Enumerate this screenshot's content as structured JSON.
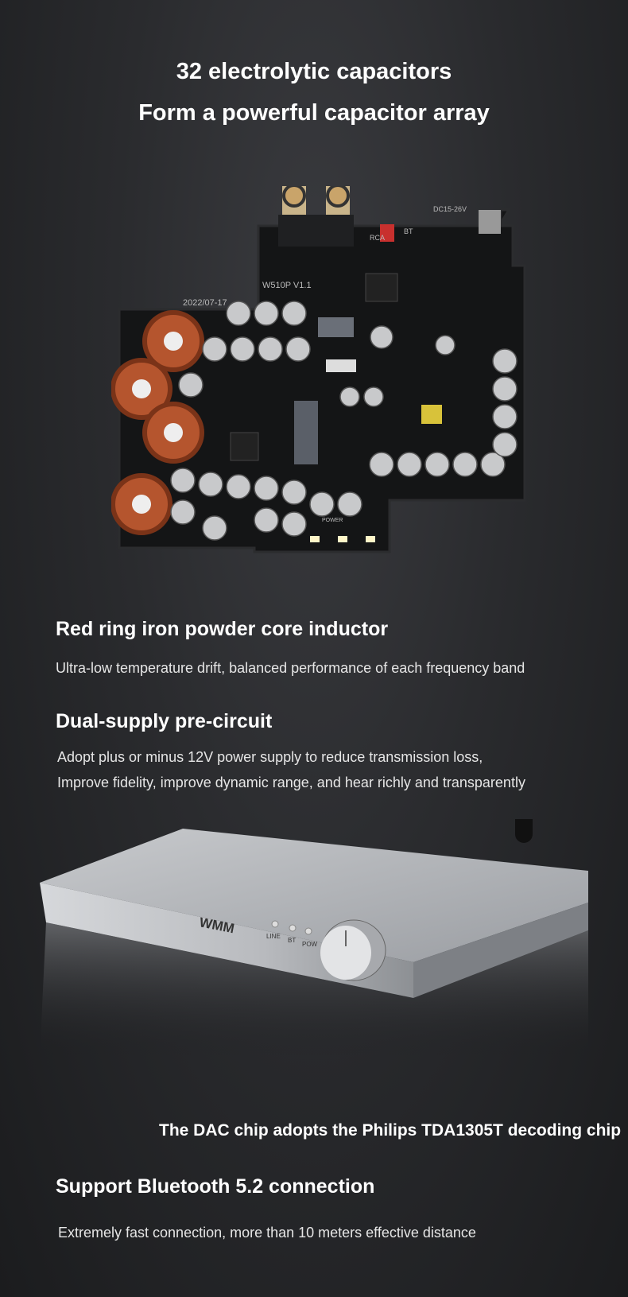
{
  "header": {
    "title_line1": "32 electrolytic capacitors",
    "title_line2": "Form a powerful capacitor array"
  },
  "board": {
    "date": "2022/07-17",
    "model": "W510P V1.1",
    "input_label": "RCA",
    "bt_label": "BT",
    "power_label": "DC15-26V",
    "led_label": "POWER"
  },
  "features": [
    {
      "heading": "Red ring iron powder core inductor",
      "text": "Ultra-low temperature drift, balanced performance of each frequency band"
    },
    {
      "heading": "Dual-supply pre-circuit",
      "text_line1": "Adopt plus or minus 12V power supply to reduce transmission loss,",
      "text_line2": "Improve fidelity, improve dynamic range, and hear richly and transparently"
    },
    {
      "heading": "The DAC chip adopts the Philips TDA1305T decoding chip"
    },
    {
      "heading": "Support Bluetooth 5.2 connection",
      "text": "Extremely fast connection, more than 10 meters effective distance"
    }
  ],
  "device": {
    "logo": "WMM",
    "led_labels": [
      "LINE",
      "BT",
      "POW"
    ]
  }
}
